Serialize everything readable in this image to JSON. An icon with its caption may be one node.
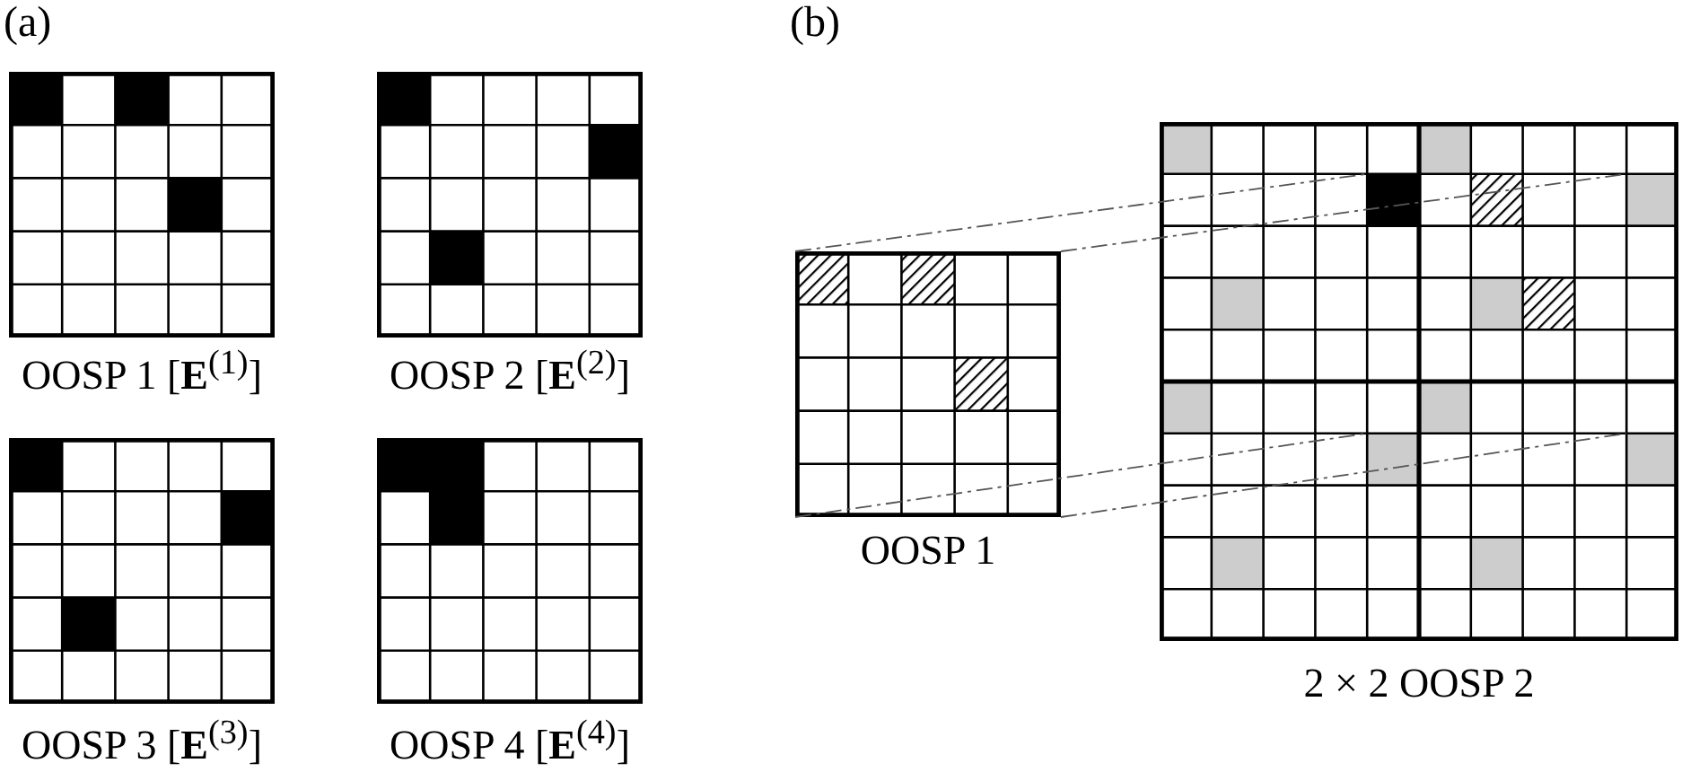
{
  "diagram": {
    "nodes": [
      {
        "text": [],
        "shape": "grid",
        "beside": [
          "OOSP 1 [**E**$^{(1)}$]"
        ]
      },
      {
        "text": [],
        "shape": "grid",
        "beside": [
          "OOSP 2 [**E**$^{(2)}$]"
        ]
      },
      {
        "text": [],
        "shape": "grid",
        "beside": [
          "OOSP 3 [**E**$^{(3)}$]"
        ]
      },
      {
        "text": [],
        "shape": "grid",
        "beside": [
          "OOSP 4 [**E**$^{(4)}$]"
        ]
      },
      {
        "text": [],
        "shape": "grid",
        "beside": [
          "OOSP 1"
        ]
      },
      {
        "text": [],
        "shape": "grid",
        "beside": [
          "2 × 2 OOSP 2"
        ]
      }
    ],
    "edges": [
      {
        "from": 4,
        "to": 5,
        "arrow": "none",
        "style": "dashed"
      },
      {
        "from": 4,
        "to": 5,
        "arrow": "none",
        "style": "dashed"
      },
      {
        "from": 4,
        "to": 5,
        "arrow": "none",
        "style": "dashed"
      },
      {
        "from": 4,
        "to": 5,
        "arrow": "none",
        "style": "dashed"
      }
    ],
    "labels": [
      "(a)",
      "(b)"
    ]
  }
}
